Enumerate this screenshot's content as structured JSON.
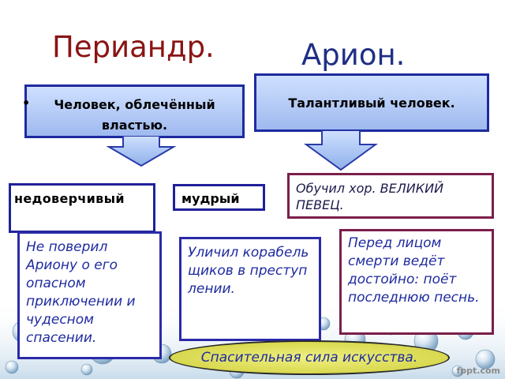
{
  "titles": {
    "left": "Периандр.",
    "right": "Арион."
  },
  "top_boxes": {
    "left": {
      "bullet": "•",
      "text": "Человек, облечённый властью."
    },
    "right": {
      "text": "Талантливый человек."
    }
  },
  "traits": {
    "distrustful": "недоверчивый",
    "wise": "мудрый"
  },
  "details": {
    "did_not_believe": "Не поверил Ариону о его опасном приключении и чудесном спасении.",
    "exposed_sailors": "Уличил корабельщиков в преступлении.",
    "trained_choir": "Обучил хор. ВЕЛИКИЙ ПЕВЕЦ.",
    "before_death": "Перед лицом смерти ведёт достойно: поёт последнюю песнь."
  },
  "conclusion": "Спасительная сила искусства.",
  "watermark": "fppt.com",
  "colors": {
    "title_left": "#8a1414",
    "title_right": "#1f2f86",
    "box_border_blue": "#1e2aa0",
    "box_border_maroon": "#7a1f4a",
    "oval_fill": "#d8d850"
  }
}
